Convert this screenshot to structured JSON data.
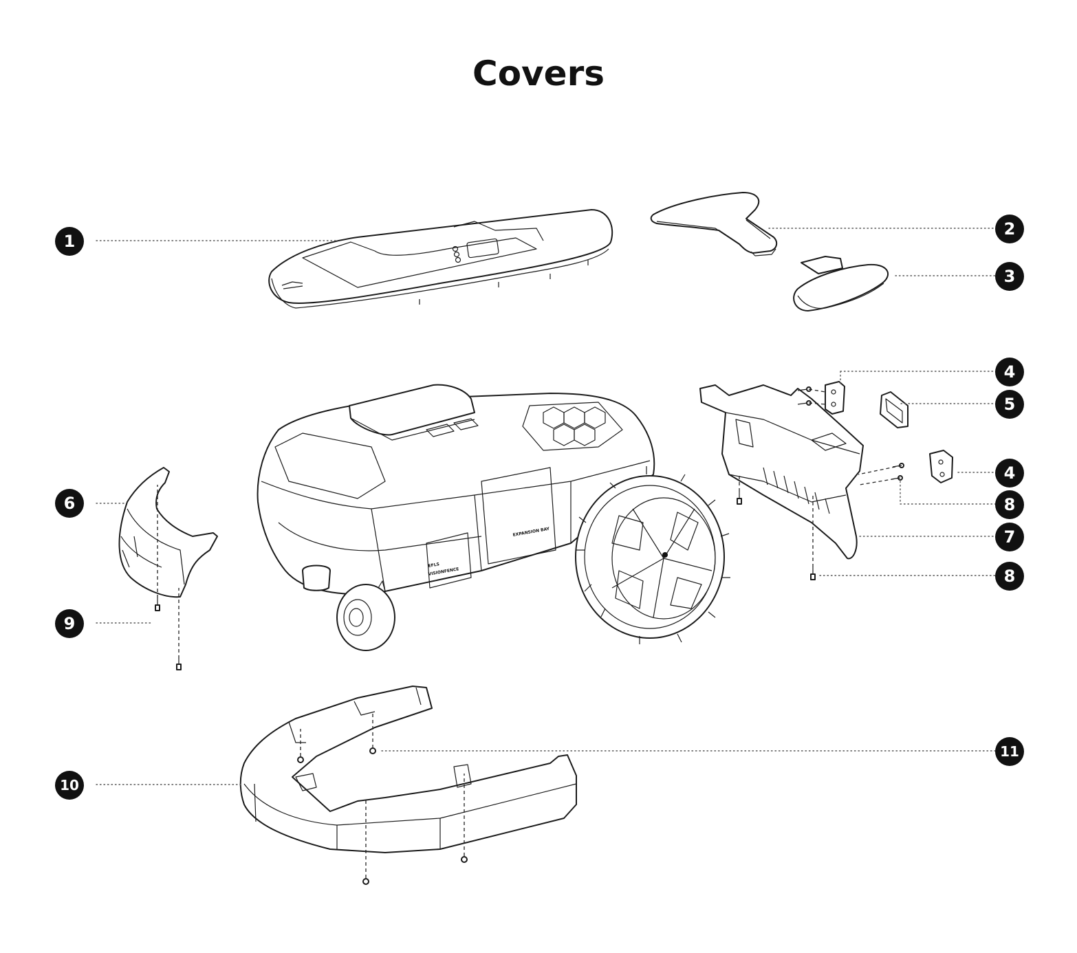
{
  "title": "Covers",
  "callouts": [
    {
      "label": "1"
    },
    {
      "label": "2"
    },
    {
      "label": "3"
    },
    {
      "label": "4"
    },
    {
      "label": "5"
    },
    {
      "label": "4"
    },
    {
      "label": "8"
    },
    {
      "label": "6"
    },
    {
      "label": "7"
    },
    {
      "label": "8"
    },
    {
      "label": "9"
    },
    {
      "label": "10"
    },
    {
      "label": "11"
    }
  ],
  "body_text": {
    "expansion_bay": "EXPANSION BAY",
    "model": "EFLS",
    "visionfence": "VISIONFENCE"
  }
}
